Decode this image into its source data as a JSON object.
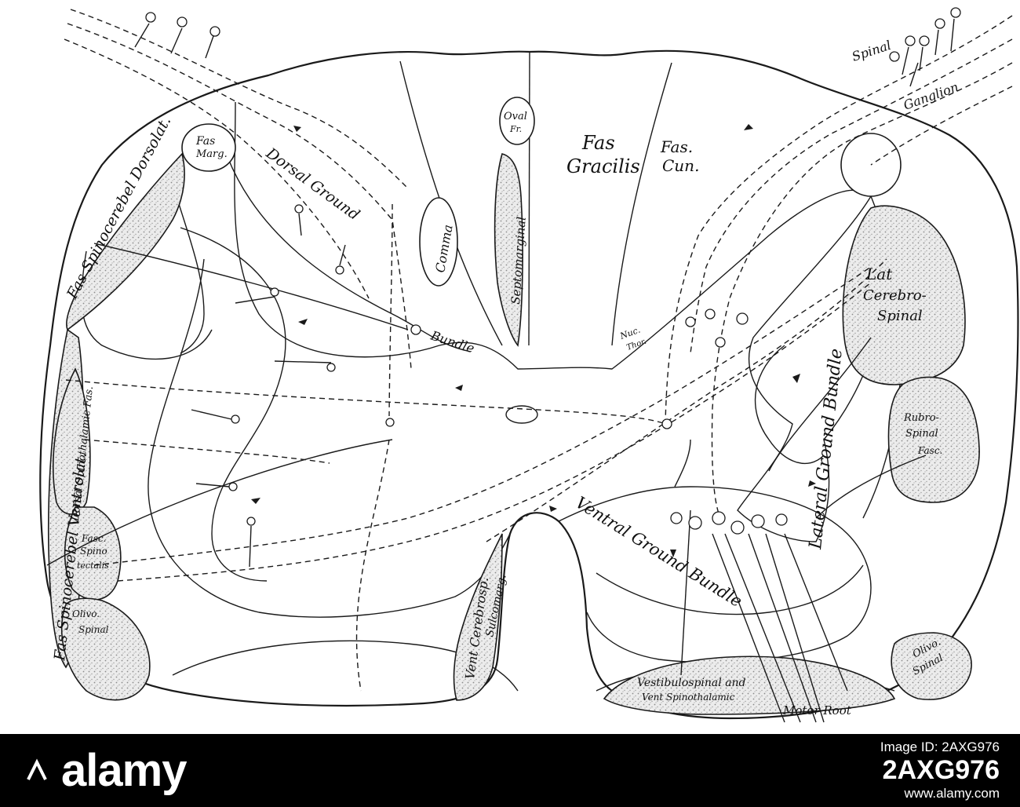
{
  "diagram": {
    "labels": {
      "spinal": "Spinal",
      "ganglion": "Ganglion",
      "fas_gracilis_1": "Fas",
      "fas_gracilis_2": "Gracilis",
      "fas_cun_1": "Fas.",
      "fas_cun_2": "Cun.",
      "oval_1": "Oval",
      "oval_2": "Fr.",
      "fas_marg_1": "Fas",
      "fas_marg_2": "Marg.",
      "dorsal_ground": "Dorsal Ground",
      "bundle_dorsal": "Bundle",
      "comma": "Comma",
      "septomarginal": "Septomarginal",
      "nuc_thor_1": "Nuc.",
      "nuc_thor_2": "Thor.",
      "spinocerebel_dorsolat": "Fas Spinocerebel Dorsolat.",
      "spinocerebel_ventrolat": "Fas Spinocerebel Ventrolat.",
      "dorsal_spinothalamic": "Dorsal Spinothalamic Fas.",
      "spinotectalis_1": "Fasc.",
      "spinotectalis_2": "Spino",
      "spinotectalis_3": "tectalis",
      "olivo_left_1": "Olivo.",
      "olivo_left_2": "Spinal",
      "lat_cerebro_1": "Lat",
      "lat_cerebro_2": "Cerebro-",
      "lat_cerebro_3": "Spinal",
      "lateral_ground": "Lateral Ground Bundle",
      "rubro_1": "Rubro-",
      "rubro_2": "Spinal",
      "rubro_3": "Fasc.",
      "ventral_ground": "Ventral Ground Bundle",
      "vent_cerebrosp": "Vent Cerebrosp.",
      "sulcomarg": "Sulcomarg.",
      "olivo_right_1": "Olivo.",
      "olivo_right_2": "Spinal",
      "vestibulospinal": "Vestibulospinal and",
      "vent_spinothalamic": "Vent Spinothalamic",
      "motor_root": "Motor Root"
    }
  },
  "watermark": {
    "brand": "alamy",
    "image_id_label": "Image ID: 2AXG976",
    "image_id_value": "2AXG976",
    "site": "www.alamy.com"
  },
  "colors": {
    "ink": "#1a1a1a",
    "stipple": "#9a9a9a",
    "bar": "#000000",
    "bar_text": "#ffffff"
  }
}
